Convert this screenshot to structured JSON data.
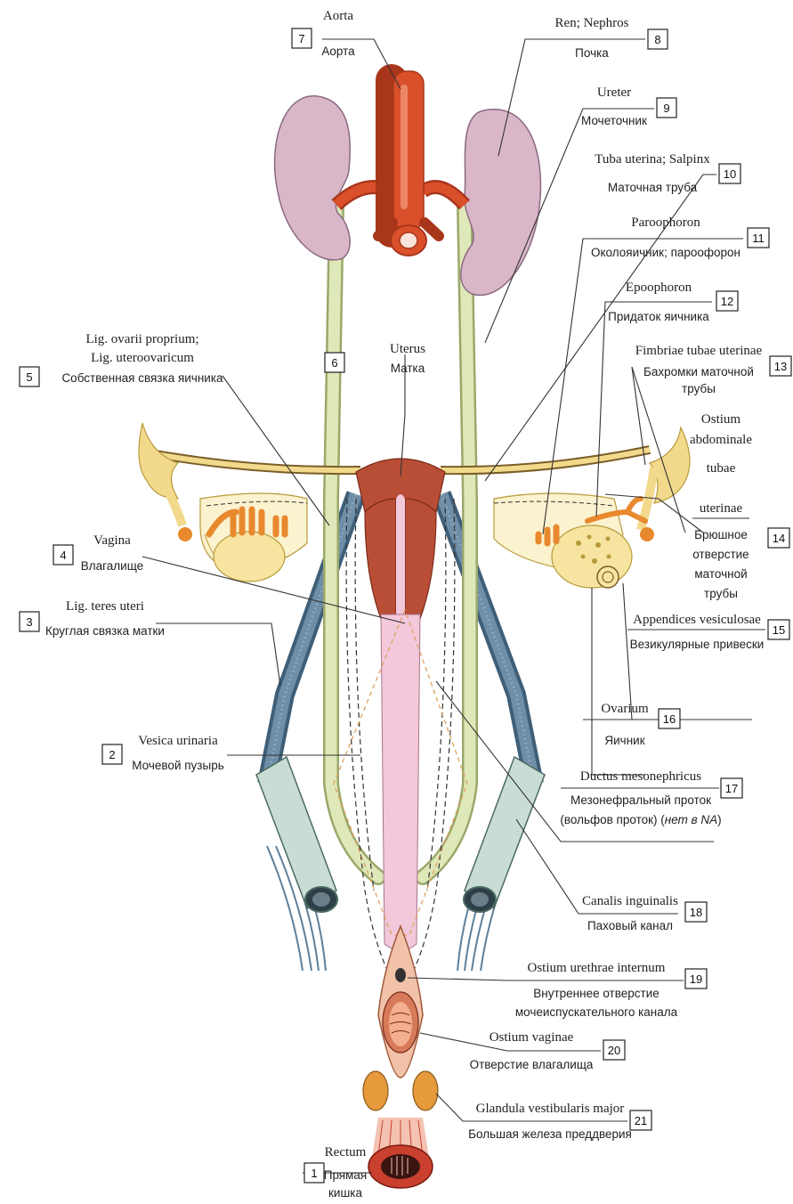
{
  "labels": {
    "l1": {
      "num": "1",
      "lat": "Rectum",
      "rus": [
        "Прямая",
        "кишка"
      ]
    },
    "l2": {
      "num": "2",
      "lat": "Vesica urinaria",
      "rus": [
        "Мочевой пузырь"
      ]
    },
    "l3": {
      "num": "3",
      "lat": "Lig. teres uteri",
      "rus": [
        "Круглая связка матки"
      ]
    },
    "l4": {
      "num": "4",
      "lat": "Vagina",
      "rus": [
        "Влагалище"
      ]
    },
    "l5": {
      "num": "5",
      "lat": [
        "Lig. ovarii proprium;",
        "Lig. uteroovaricum"
      ],
      "rus": [
        "Собственная связка яичника"
      ]
    },
    "l6": {
      "num": "6",
      "lat": "Uterus",
      "rus": [
        "Матка"
      ]
    },
    "l7": {
      "num": "7",
      "lat": "Aorta",
      "rus": [
        "Аорта"
      ]
    },
    "l8": {
      "num": "8",
      "lat": "Ren; Nephros",
      "rus": [
        "Почка"
      ]
    },
    "l9": {
      "num": "9",
      "lat": "Ureter",
      "rus": [
        "Мочеточник"
      ]
    },
    "l10": {
      "num": "10",
      "lat": "Tuba uterina; Salpinx",
      "rus": [
        "Маточная труба"
      ]
    },
    "l11": {
      "num": "11",
      "lat": "Paroophoron",
      "rus": [
        "Околояичник; пароофорон"
      ]
    },
    "l12": {
      "num": "12",
      "lat": "Epoophoron",
      "rus": [
        "Придаток яичника"
      ]
    },
    "l13": {
      "num": "13",
      "lat": "Fimbriae tubae uterinae",
      "rus": [
        "Бахромки маточной",
        "трубы"
      ]
    },
    "l14": {
      "num": "14",
      "lat": [
        "Ostium",
        "abdominale",
        "tubae",
        "uterinae"
      ],
      "rus": [
        "Брюшное",
        "отверстие",
        "маточной",
        "трубы"
      ]
    },
    "l15": {
      "num": "15",
      "lat": "Appendices vesiculosae",
      "rus": [
        "Везикулярные привески"
      ]
    },
    "l16": {
      "num": "16",
      "lat": "Ovarium",
      "rus": [
        "Яичник"
      ]
    },
    "l17": {
      "num": "17",
      "lat": "Ductus mesonephricus",
      "rus": [
        "Мезонефральный проток"
      ],
      "rus2": "(вольфов проток) (",
      "rus2_ital": "нет в NA",
      "rus2_end": ")"
    },
    "l18": {
      "num": "18",
      "lat": "Canalis inguinalis",
      "rus": [
        "Паховый канал"
      ]
    },
    "l19": {
      "num": "19",
      "lat": "Ostium urethrae internum",
      "rus": [
        "Внутреннее отверстие",
        "мочеиспускательного канала"
      ]
    },
    "l20": {
      "num": "20",
      "lat": "Ostium vaginae",
      "rus": [
        "Отверстие влагалища"
      ]
    },
    "l21": {
      "num": "21",
      "lat": "Glandula vestibularis major",
      "rus": [
        "Большая железа преддверия"
      ]
    }
  },
  "colors": {
    "kidney": "#d9b7c9",
    "kidney_stroke": "#8a6a80",
    "artery": "#d9502a",
    "artery_dark": "#a8361b",
    "ureter": "#dfe8b8",
    "ureter_stroke": "#9aa86a",
    "uterus": "#b84e36",
    "vagina": "#f2c8da",
    "ovary": "#f6e4a0",
    "ovary_stroke": "#b89a3a",
    "epoophoron": "#e8892e",
    "tube": "#f2d98c",
    "ligament": "#5e7f99",
    "inguinal": "#c9ddd5",
    "gland": "#e79a3b",
    "rectum": "#c9402e",
    "vestibule": "#f1c2a8"
  }
}
